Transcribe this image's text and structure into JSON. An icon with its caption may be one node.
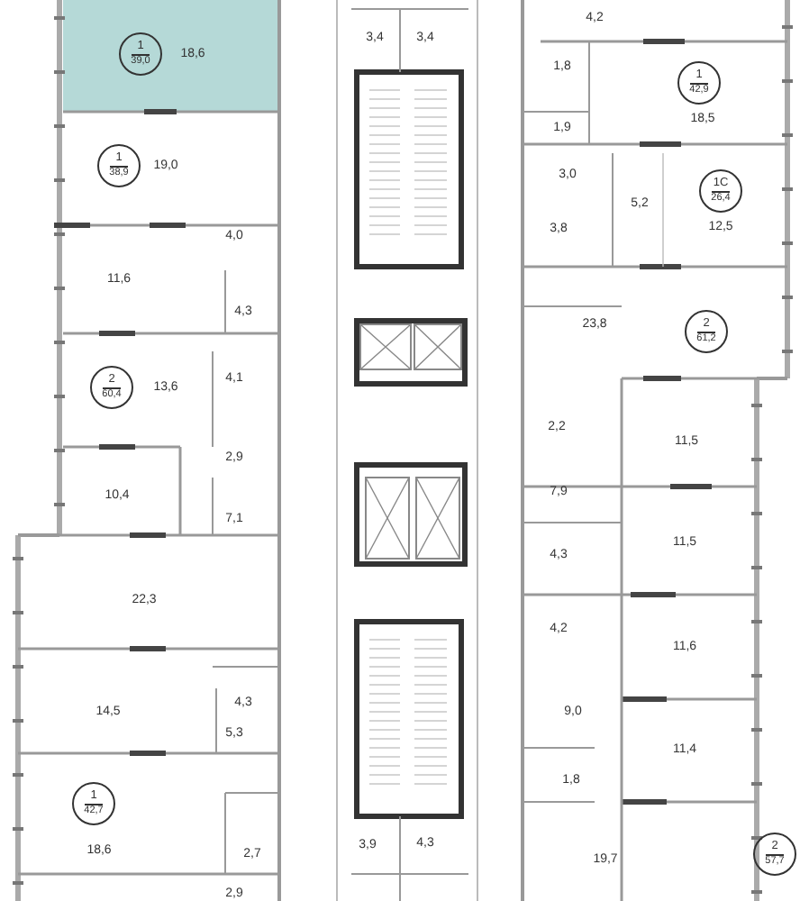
{
  "diagram": {
    "nodes": [
      {
        "text": [
          "1",
          "39,0"
        ]
      },
      {
        "text": [
          "1",
          "38,9"
        ]
      },
      {
        "text": [
          "2",
          "60,4"
        ]
      },
      {
        "text": [
          "1",
          "42,7"
        ]
      },
      {
        "text": [
          "1",
          "42,9"
        ]
      },
      {
        "text": [
          "1С",
          "26,4"
        ]
      },
      {
        "text": [
          "2",
          "61,2"
        ]
      },
      {
        "text": [
          "2",
          "57,7"
        ]
      }
    ],
    "labels": [
      "18,6",
      "19,0",
      "4,0",
      "11,6",
      "4,3",
      "13,6",
      "4,1",
      "2,9",
      "10,4",
      "7,1",
      "22,3",
      "14,5",
      "4,3",
      "5,3",
      "18,6",
      "2,7",
      "2,9",
      "3,4",
      "3,4",
      "3,9",
      "4,3",
      "4,2",
      "1,8",
      "18,5",
      "1,9",
      "3,0",
      "5,2",
      "3,8",
      "12,5",
      "23,8",
      "2,2",
      "11,5",
      "7,9",
      "11,5",
      "4,3",
      "4,2",
      "11,6",
      "9,0",
      "11,4",
      "1,8",
      "19,7"
    ]
  }
}
